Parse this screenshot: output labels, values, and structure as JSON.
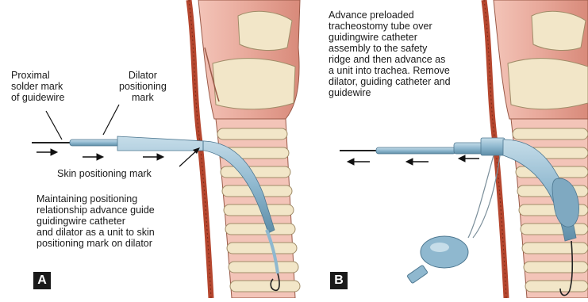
{
  "panel_a": {
    "badge": "A",
    "labels": {
      "proximal": "Proximal\nsolder mark\nof guidewire",
      "dilator_mark": "Dilator\npositioning\nmark",
      "skin_mark": "Skin positioning mark",
      "instruction": "Maintaining positioning\nrelationship advance guide\nguidingwire catheter\nand dilator as a unit to skin\npositioning mark on dilator"
    }
  },
  "panel_b": {
    "badge": "B",
    "instruction": "Advance preloaded\ntracheostomy tube over\nguidingwire catheter\nassembly to the safety\nridge and then advance as\na unit into trachea. Remove\ndilator, guiding catheter and\nguidewire"
  },
  "colors": {
    "skin": "#b5462e",
    "tissue": "#e8a89a",
    "cartilage": "#f2e6c8",
    "tube": "#8fb8cf",
    "wire": "#222222"
  }
}
